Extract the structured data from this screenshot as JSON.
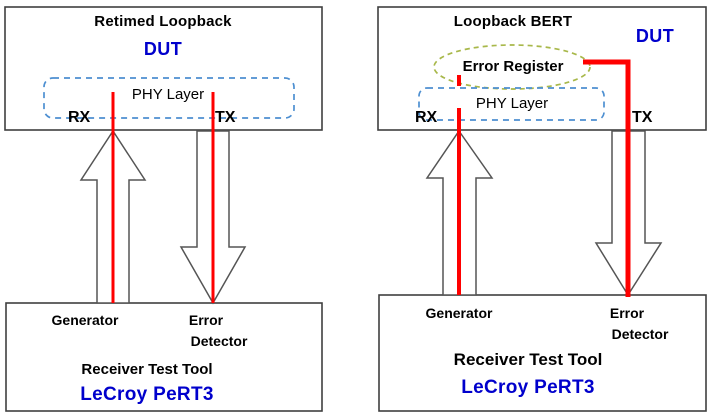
{
  "figure": {
    "type": "technical-block-diagram",
    "description": "Two side-by-side loopback test setups connecting a DUT to a LeCroy PeRT3 receiver test tool",
    "background_color": "#ffffff"
  },
  "colors": {
    "box_border": "#3f3f3f",
    "text": "#000000",
    "accent_blue": "#0000CC",
    "phy_dash": "#4d8fd1",
    "error_ellipse": "#a8b84a",
    "signal_red": "#ff0000",
    "arrow_outline": "#555555"
  },
  "panels": [
    {
      "id": "left",
      "dut": {
        "title": "Retimed Loopback",
        "dut_label": "DUT",
        "phy_label": "PHY Layer",
        "rx_label": "RX",
        "tx_label": "TX"
      },
      "tool": {
        "generator_label": "Generator",
        "error_detector_label_line1": "Error",
        "error_detector_label_line2": "Detector",
        "tool_name": "Receiver Test Tool",
        "brand": "LeCroy PeRT3"
      },
      "arrows": [
        {
          "name": "rx-up-arrow",
          "direction": "up",
          "from": "Generator",
          "to": "RX"
        },
        {
          "name": "tx-down-arrow",
          "direction": "down",
          "from": "TX",
          "to": "Error Detector"
        }
      ],
      "signal_paths": [
        {
          "name": "rx-signal-line",
          "color": "#ff0000",
          "note": "generator to RX, passes through DUT boundary"
        },
        {
          "name": "tx-signal-line",
          "color": "#ff0000",
          "note": "TX to error detector"
        }
      ]
    },
    {
      "id": "right",
      "dut": {
        "title": "Loopback BERT",
        "dut_label": "DUT",
        "error_register_label": "Error Register",
        "phy_label": "PHY Layer",
        "rx_label": "RX",
        "tx_label": "TX"
      },
      "tool": {
        "generator_label": "Generator",
        "error_detector_label_line1": "Error",
        "error_detector_label_line2": "Detector",
        "tool_name": "Receiver Test Tool",
        "brand": "LeCroy PeRT3"
      },
      "arrows": [
        {
          "name": "rx-up-arrow",
          "direction": "up",
          "from": "Generator",
          "to": "RX"
        },
        {
          "name": "tx-down-arrow",
          "direction": "down",
          "from": "TX",
          "to": "Error Detector"
        }
      ],
      "signal_paths": [
        {
          "name": "rx-signal-line",
          "color": "#ff0000",
          "note": "generator up into RX and PHY"
        },
        {
          "name": "error-register-loop",
          "color": "#ff0000",
          "note": "thick red path from error register right then down through TX to error detector"
        }
      ]
    }
  ]
}
